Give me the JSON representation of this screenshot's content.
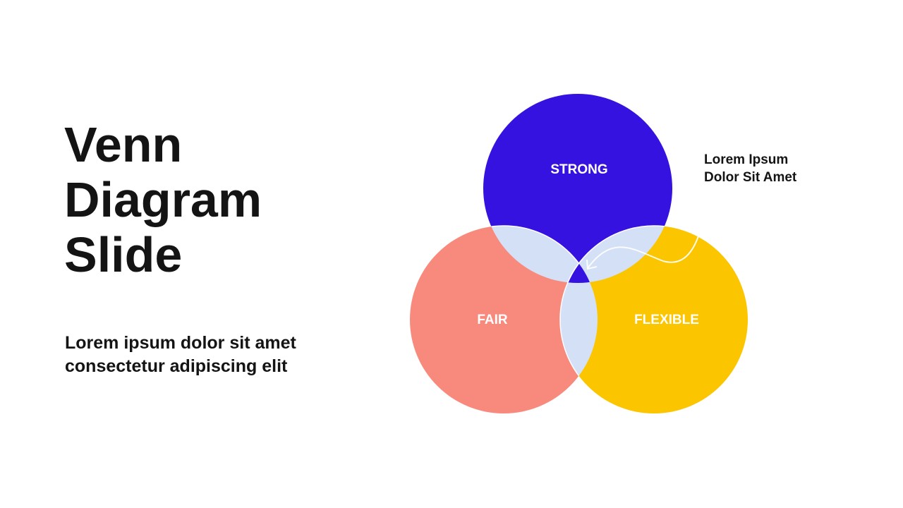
{
  "title": "Venn Diagram Slide",
  "subtitle": "Lorem ipsum dolor sit amet consectetur adipiscing elit",
  "annotation": "Lorem Ipsum Dolor Sit Amet",
  "circles": [
    {
      "label": "STRONG",
      "color": "#3512E0"
    },
    {
      "label": "FAIR",
      "color": "#F78A7C"
    },
    {
      "label": "FLEXIBLE",
      "color": "#FBC500"
    }
  ],
  "overlap_color": "#D4E0F5",
  "center_color": "#3512E0"
}
